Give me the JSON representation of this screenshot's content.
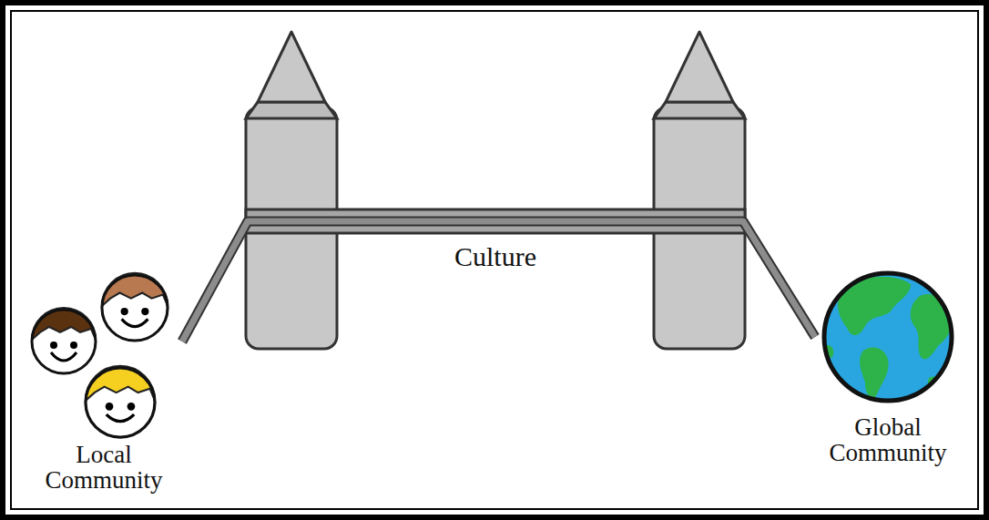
{
  "diagram": {
    "nodes": [
      {
        "text": [
          "Local Community"
        ]
      },
      {
        "text": [
          "Global Community"
        ]
      }
    ],
    "edges": [
      {
        "from": 0,
        "to": 1,
        "arrow": "none",
        "label": "Culture"
      }
    ]
  }
}
